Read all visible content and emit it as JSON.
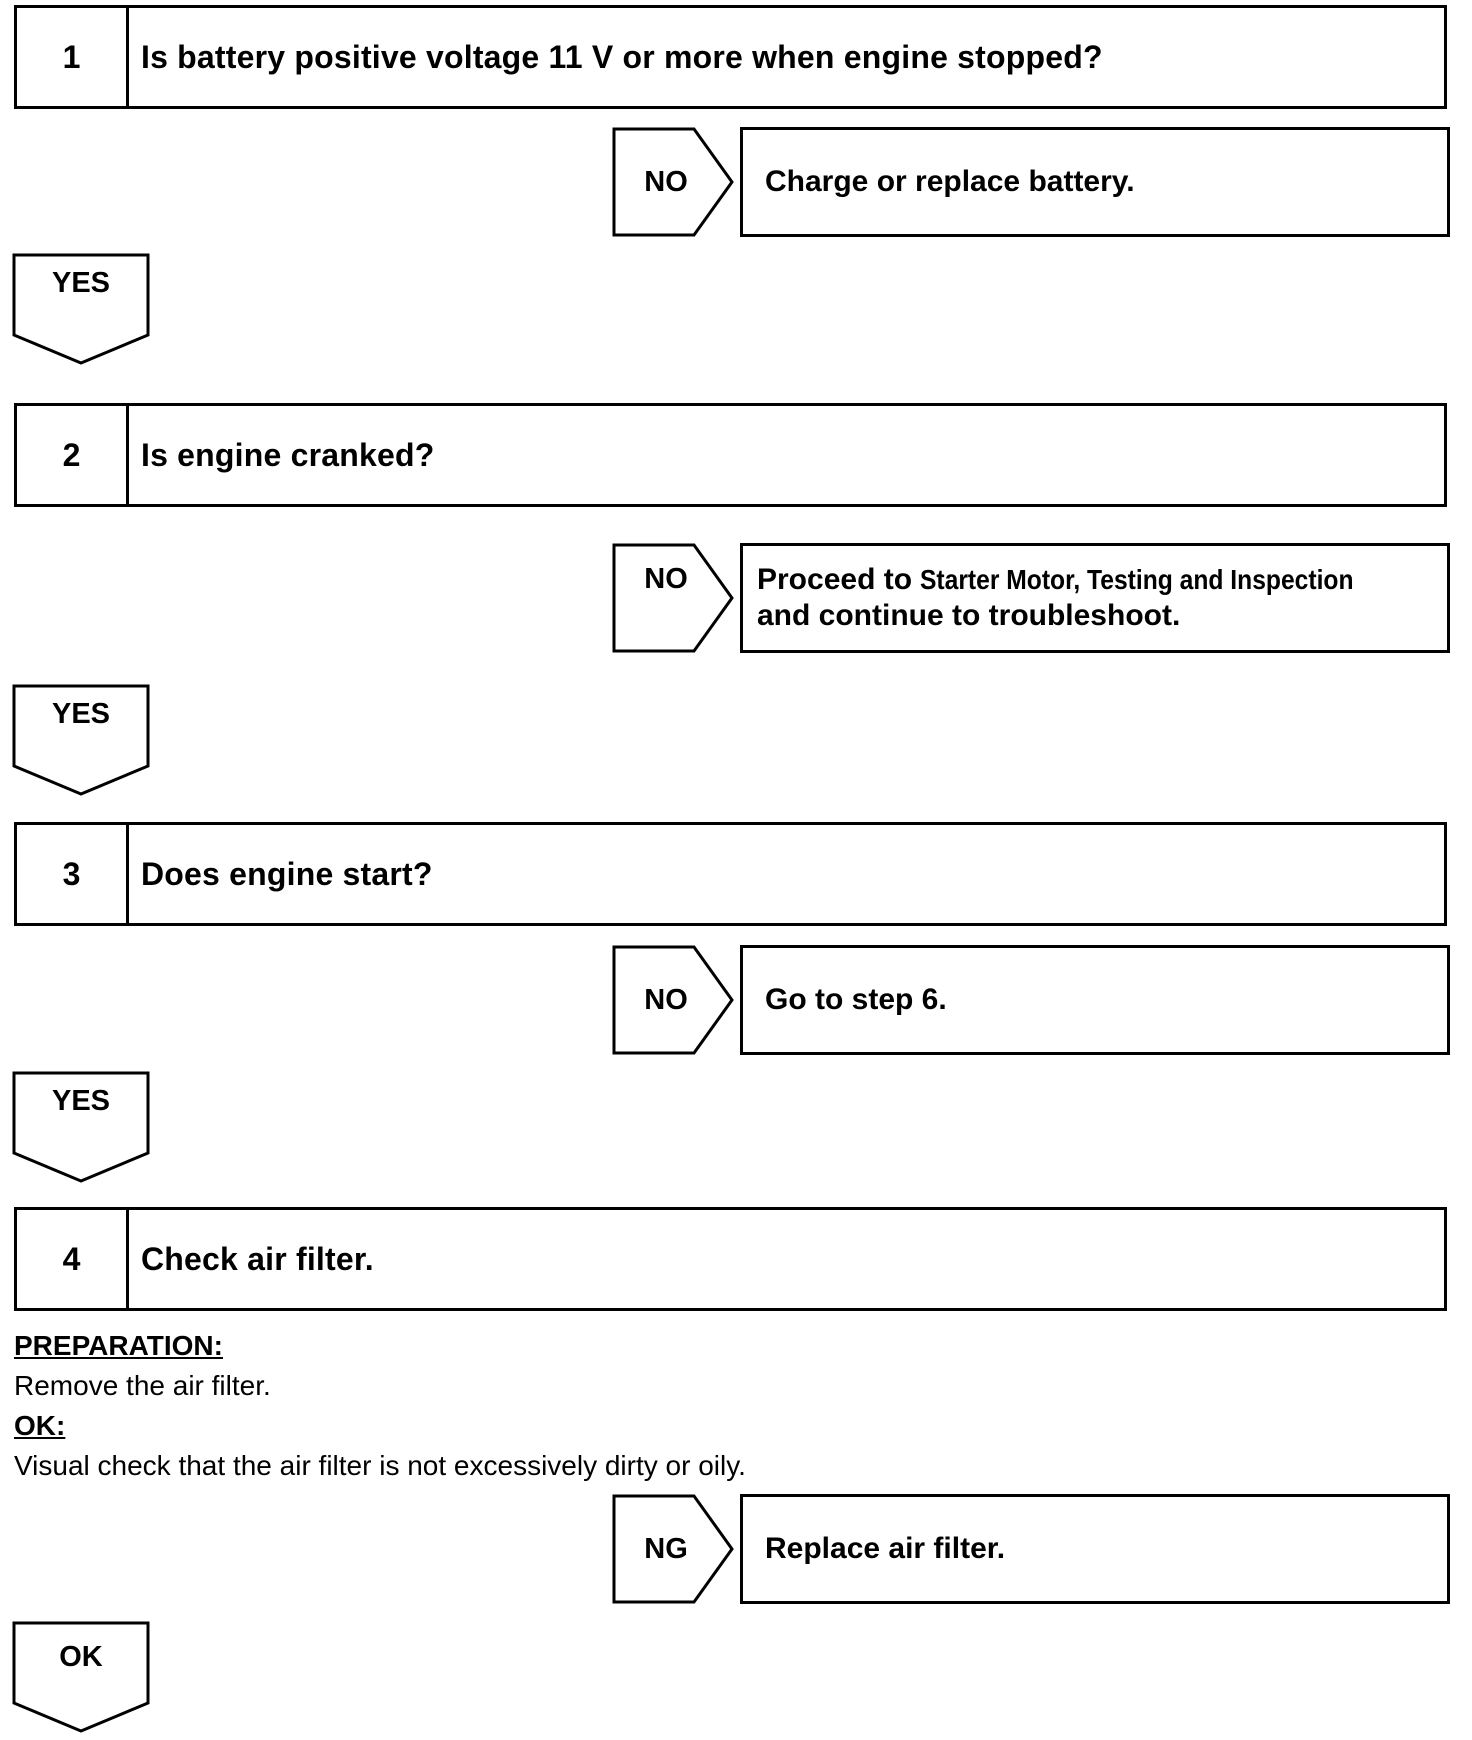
{
  "steps": [
    {
      "number": "1",
      "question": "Is battery positive voltage 11 V or more when engine stopped?"
    },
    {
      "number": "2",
      "question": "Is engine cranked?"
    },
    {
      "number": "3",
      "question": "Does engine start?"
    },
    {
      "number": "4",
      "question": "Check air filter."
    }
  ],
  "branches": [
    {
      "label": "NO",
      "result": "Charge or replace battery."
    },
    {
      "label": "NO",
      "result_prefix": "Proceed to",
      "result_link": "Starter Motor, Testing and Inspection",
      "result_line2": "and continue to troubleshoot."
    },
    {
      "label": "NO",
      "result": "Go to step 6."
    },
    {
      "label": "NG",
      "result": "Replace air filter."
    }
  ],
  "continues": [
    "YES",
    "YES",
    "YES",
    "OK"
  ],
  "step4_notes": {
    "preparation_heading": "PREPARATION:",
    "preparation_text": "Remove the air filter.",
    "ok_heading": "OK:",
    "ok_text": "Visual check that the air filter is not excessively dirty or oily."
  }
}
